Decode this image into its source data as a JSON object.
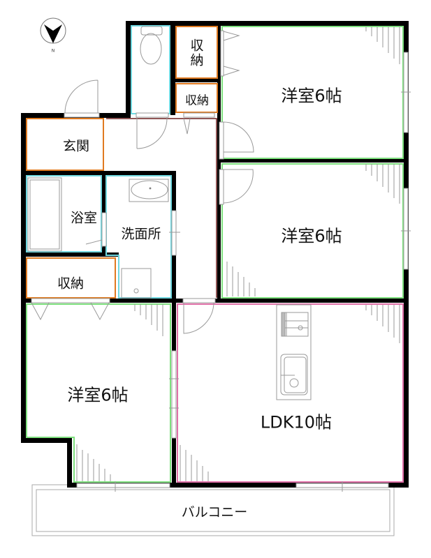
{
  "floor_plan": {
    "compass": {
      "icon": "north-arrow-icon",
      "label": "N"
    },
    "rooms": {
      "western_room_ne": {
        "label": "洋室6帖",
        "type": "bedroom",
        "size_jo": 6
      },
      "western_room_e": {
        "label": "洋室6帖",
        "type": "bedroom",
        "size_jo": 6
      },
      "western_room_sw": {
        "label": "洋室6帖",
        "type": "bedroom",
        "size_jo": 6
      },
      "ldk": {
        "label": "LDK10帖",
        "type": "living-dining-kitchen",
        "size_jo": 10
      },
      "entrance": {
        "label": "玄関"
      },
      "bathroom": {
        "label": "浴室"
      },
      "washroom": {
        "label": "洗面所"
      },
      "storage_top": {
        "label": "収納"
      },
      "storage_small": {
        "label": "収納"
      },
      "storage_left": {
        "label": "収納"
      },
      "balcony": {
        "label": "バルコニー"
      }
    },
    "colors": {
      "wall": "#000000",
      "bedroom_outline": "#7ee07e",
      "ldk_outline": "#e070a8",
      "storage_outline": "#e07a20",
      "wet_area_outline": "#70d8e0",
      "hall_outline": "#6b1e1e",
      "fixture": "#999999"
    }
  }
}
